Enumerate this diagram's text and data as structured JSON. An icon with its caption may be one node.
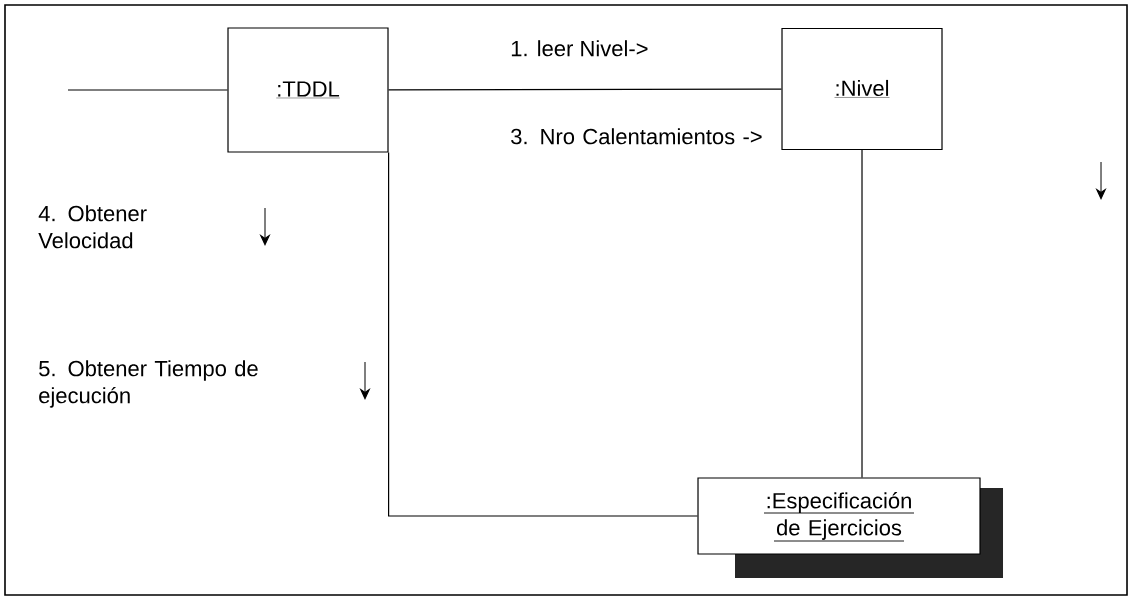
{
  "diagram": {
    "nodes": [
      {
        "text": [
          ":TDDL"
        ]
      },
      {
        "text": [
          ":Nivel"
        ]
      },
      {
        "text": [
          ":Especificación de Ejercicios"
        ]
      }
    ],
    "edges": [
      {
        "from": null,
        "to": 0,
        "arrow": "none"
      },
      {
        "from": 0,
        "to": 1,
        "arrow": "none"
      },
      {
        "from": 0,
        "to": 2,
        "arrow": "none"
      },
      {
        "from": 1,
        "to": 2,
        "arrow": "none"
      }
    ],
    "labels": [
      "1. leer  Nivel->",
      "3. Nro Calentamientos ->",
      "4. Obtener Velocidad",
      "5. Obtener Tiempo de ejecución"
    ]
  }
}
